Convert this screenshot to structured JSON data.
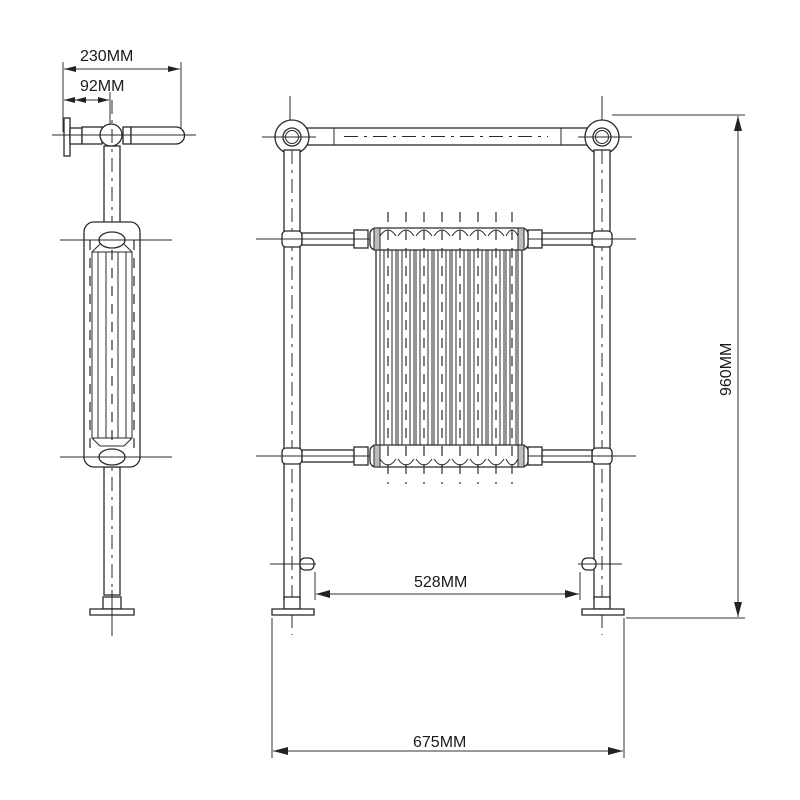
{
  "diagram": {
    "subject": "Traditional towel radiator technical drawing",
    "views": [
      "side-view",
      "front-view"
    ],
    "dimensions": {
      "depth_total": "230MM",
      "wall_offset": "92MM",
      "height": "960MM",
      "valve_centres": "528MM",
      "width_total": "675MM"
    },
    "radiator_sections": 8,
    "colors": {
      "line": "#2a2a2a",
      "background": "#ffffff",
      "section_shade": "#bdbdbd"
    }
  }
}
